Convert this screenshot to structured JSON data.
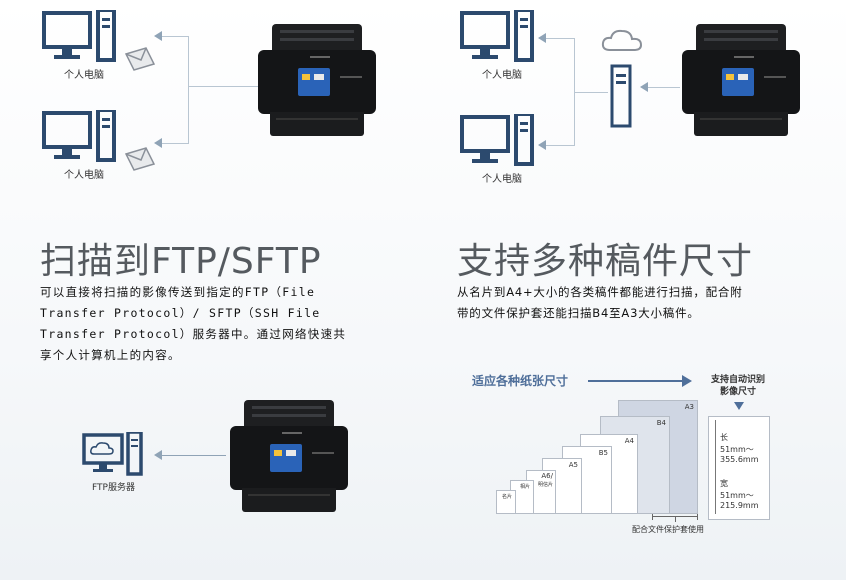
{
  "pc_label": "个人电脑",
  "ftp_server_label": "FTP服务器",
  "section_ftp": {
    "title": "扫描到FTP/SFTP",
    "desc_lines": [
      "可以直接将扫描的影像传送到指定的FTP（File",
      "Transfer Protocol）/ SFTP（SSH File",
      "Transfer Protocol）服务器中。通过网络快速共",
      "享个人计算机上的内容。"
    ]
  },
  "section_sizes": {
    "title": "支持多种稿件尺寸",
    "desc_lines": [
      "从名片到A4+大小的各类稿件都能进行扫描，配合附",
      "带的文件保护套还能扫描B4至A3大小稿件。"
    ]
  },
  "size_chart": {
    "header": "适应各种纸张尺寸",
    "auto_detect": [
      "支持自动识别",
      "影像尺寸"
    ],
    "sheets": [
      "A3",
      "B4",
      "A4",
      "B5",
      "A5",
      "A6/",
      "明信片",
      "相片",
      "名片"
    ],
    "length_label": "长",
    "length_value": [
      "51mm～",
      "355.6mm"
    ],
    "width_label": "宽",
    "width_value": [
      "51mm～",
      "215.9mm"
    ],
    "footer": "配合文件保护套使用"
  },
  "colors": {
    "pc_blue": "#2c4a6e",
    "heading_gray": "#555a5f",
    "chart_accent": "#4f6f9a",
    "sheet_fill": "#cfd6e3"
  }
}
